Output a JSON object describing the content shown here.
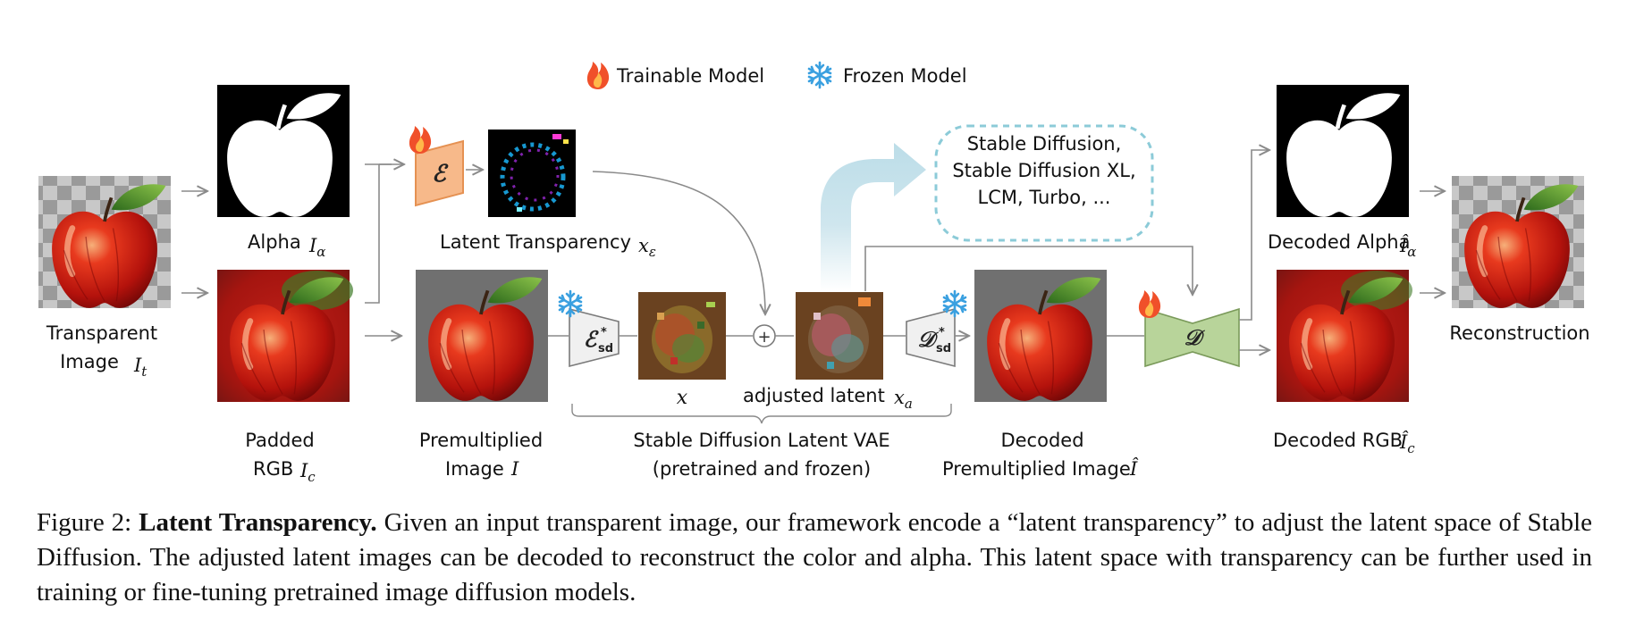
{
  "legend": {
    "trainable": "Trainable Model",
    "frozen": "Frozen Model"
  },
  "labels": {
    "transparent_1": "Transparent",
    "transparent_2": "Image",
    "alpha": "Alpha",
    "padded_1": "Padded",
    "padded_2": "RGB",
    "encoder_symbol": "ℰ",
    "latent_transparency": "Latent Transparency",
    "premult_1": "Premultiplied",
    "premult_2": "Image",
    "sd_encoder_symbol": "ℰ",
    "x_label": "x",
    "plus": "+",
    "adjusted_latent": "adjusted latent",
    "sd_decoder_symbol": "𝒟",
    "models_1": "Stable Diffusion,",
    "models_2": "Stable Diffusion XL,",
    "models_3": "LCM, Turbo, ...",
    "vae_1": "Stable Diffusion Latent VAE",
    "vae_2": "(pretrained and frozen)",
    "decoded_premult_1": "Decoded",
    "decoded_premult_2": "Premultiplied Image",
    "decoder_symbol": "𝒟",
    "decoded_alpha": "Decoded Alpha",
    "decoded_rgb": "Decoded RGB",
    "reconstruction": "Reconstruction"
  },
  "caption": {
    "prefix": "Figure 2:",
    "title": "Latent Transparency.",
    "text": "Given an input transparent image, our framework encode a “latent transparency” to adjust the latent space of Stable Diffusion. The adjusted latent images can be decoded to reconstruct the color and alpha. This latent space with transparency can be further used in training or fine-tuning pretrained image diffusion models."
  },
  "colors": {
    "trainable_fill": "#f7b98a",
    "decoder_fill": "#b8d49a",
    "frozen_fill": "#f0f0f0",
    "snowflake": "#3aa0e0",
    "flame": "#f0502a",
    "dashed_box": "#8ccbd8",
    "big_arrow": "#cfe6ee"
  }
}
